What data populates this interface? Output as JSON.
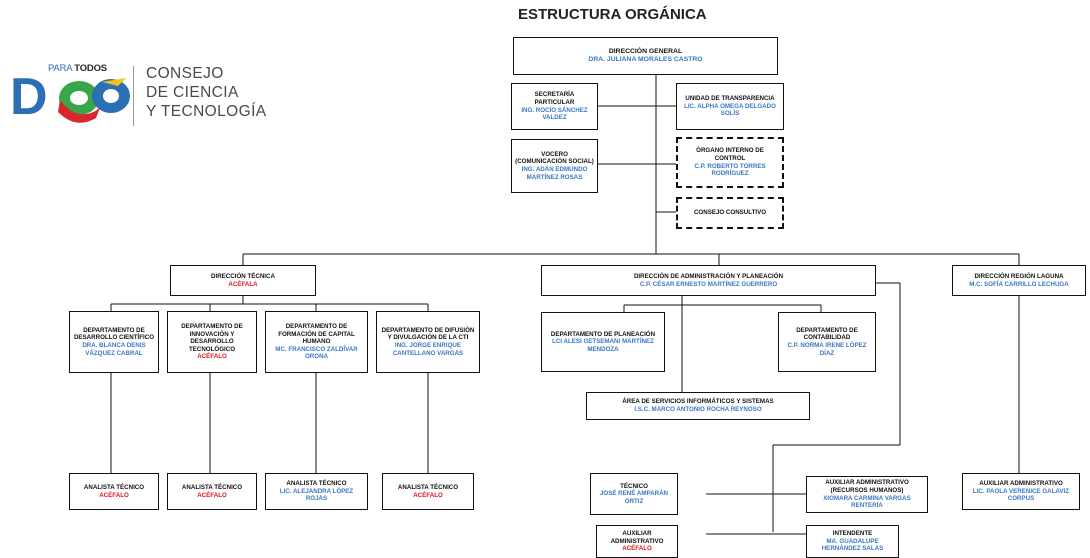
{
  "title": "ESTRUCTURA ORGÁNICA",
  "logo": {
    "tagline_para": "PARA",
    "tagline_todos": "TODOS",
    "mark_d": "D",
    "mark_go": "go",
    "org_line1": "CONSEJO",
    "org_line2": "DE CIENCIA",
    "org_line3": "Y TECNOLOGÍA",
    "colors": {
      "blue": "#2b6fb5",
      "green": "#3aa64a",
      "red": "#d9262c",
      "yellow": "#f2c21b"
    }
  },
  "colors": {
    "name": "#3a77c4",
    "vacant": "#e0161c",
    "text": "#111111"
  },
  "boxes": {
    "direccion_general": {
      "title": "DIRECCIÓN GENERAL",
      "name": "DRA. JULIANA MORALES CASTRO"
    },
    "secretaria": {
      "title": "SECRETARÍA PARTICULAR",
      "name": "ING. ROCÍO SÁNCHEZ VALDEZ"
    },
    "transparencia": {
      "title": "UNIDAD DE TRANSPARENCIA",
      "name": "LIC. ALPHA OMEGA DELGADO SOLÍS"
    },
    "vocero": {
      "title": "VOCERO (COMUNICACIÓN SOCIAL)",
      "name": "ING. ADÁN EDMUNDO MARTÍNEZ ROSAS"
    },
    "organo_interno": {
      "title": "ÓRGANO INTERNO DE CONTROL",
      "name": "C.P. ROBERTO TORRES RODRÍGUEZ"
    },
    "consejo_consultivo": {
      "title": "CONSEJO CONSULTIVO"
    },
    "direccion_tecnica": {
      "title": "DIRECCIÓN TÉCNICA",
      "status": "ACÉFALA"
    },
    "direccion_admin": {
      "title": "DIRECCIÓN DE ADMINISTRACIÓN Y PLANEACIÓN",
      "name": "C.P. CÉSAR ERNESTO MARTÍNEZ GUERRERO"
    },
    "direccion_laguna": {
      "title": "DIRECCIÓN REGIÓN LAGUNA",
      "name": "M.C. SOFÍA CARRILLO LECHUGA"
    },
    "depto_desarrollo": {
      "title": "DEPARTAMENTO DE DESARROLLO CIENTÍFICO",
      "name": "DRA. BLANCA DENIS VÁZQUEZ CABRAL"
    },
    "depto_innovacion": {
      "title": "DEPARTAMENTO DE INNOVACIÓN Y DESARROLLO TECNOLÓGICO",
      "status": "ACÉFALO"
    },
    "depto_formacion": {
      "title": "DEPARTAMENTO DE FORMACIÓN DE CAPITAL HUMANO",
      "name": "MC. FRANCISCO ZALDÍVAR ORONA"
    },
    "depto_difusion": {
      "title": "DEPARTAMENTO DE DIFUSIÓN Y DIVULGACIÓN DE LA CTI",
      "name": "ING. JORGE ENRIQUE CANTELLANO VARGAS"
    },
    "depto_planeacion": {
      "title": "DEPARTAMENTO DE PLANEACIÓN",
      "name": "LCI ALESI GETSEMANI MARTÍNEZ MENDOZA"
    },
    "depto_contabilidad": {
      "title": "DEPARTAMENTO DE CONTABILIDAD",
      "name": "C.P. NORMA IRENE LÓPEZ DÍAZ"
    },
    "area_informatica": {
      "title": "ÁREA DE SERVICIOS INFORMÁTICOS Y SISTEMAS",
      "name": "I.S.C. MARCO ANTONIO ROCHA REYNOSO"
    },
    "analista_1": {
      "title": "ANALISTA TÉCNICO",
      "status": "ACÉFALO"
    },
    "analista_2": {
      "title": "ANALISTA TÉCNICO",
      "status": "ACÉFALO"
    },
    "analista_3": {
      "title": "ANALISTA TÉCNICO",
      "name": "LIC. ALEJANDRA LÓPEZ ROJAS"
    },
    "analista_4": {
      "title": "ANALISTA TÉCNICO",
      "status": "ACÉFALO"
    },
    "tecnico": {
      "title": "TÉCNICO",
      "name": "JOSÉ RENÉ AMPARÁN ORTIZ"
    },
    "aux_rh": {
      "title": "AUXILIAR ADMINISTRATIVO",
      "subtitle": "(RECURSOS HUMANOS)",
      "name": "XIOMARA CARMINA VARGAS RENTERÍA"
    },
    "aux_admin": {
      "title": "AUXILIAR ADMINISTRATIVO",
      "status": "ACÉFALO"
    },
    "intendente": {
      "title": "INTENDENTE",
      "name": "MA. GUADALUPE HERNÁNDEZ SALAS"
    },
    "aux_laguna": {
      "title": "AUXILIAR ADMINISTRATIVO",
      "name": "LIC. PAOLA VERENICE GALAVIZ CORPUS"
    }
  }
}
